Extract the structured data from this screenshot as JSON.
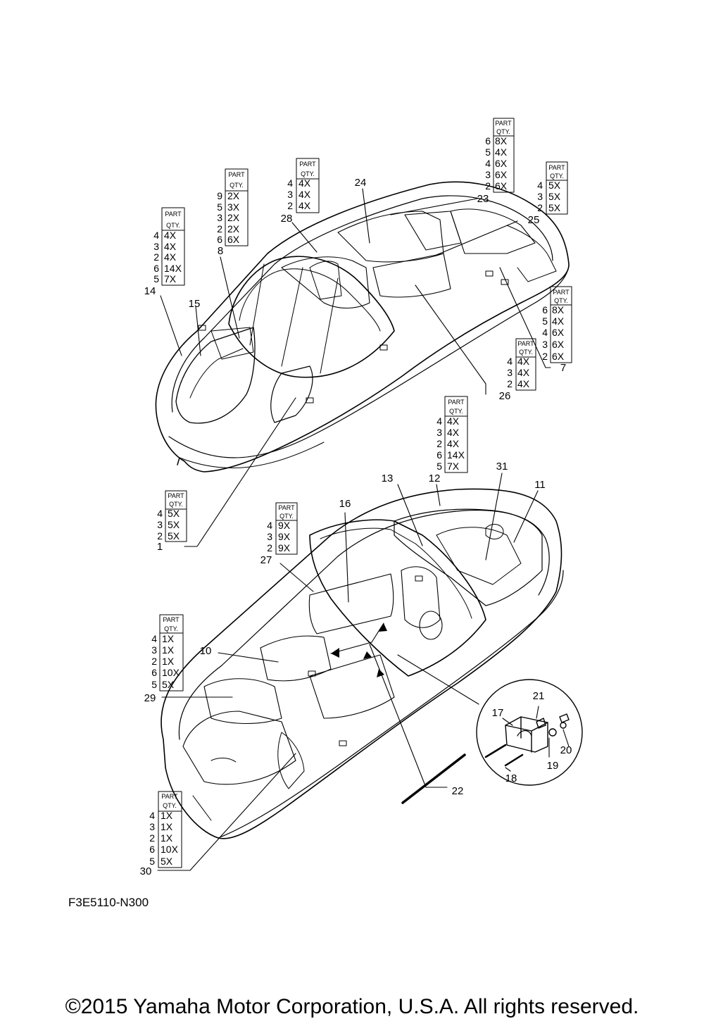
{
  "drawing_number": "F3E5110-N300",
  "copyright": "©2015 Yamaha Motor Corporation, U.S.A. All rights reserved.",
  "qty_header": {
    "part": "PART",
    "qty": "QTY."
  },
  "qty_tables": [
    {
      "callout": "14",
      "rows": [
        [
          "4",
          "4X"
        ],
        [
          "3",
          "4X"
        ],
        [
          "2",
          "4X"
        ],
        [
          "6",
          "14X"
        ],
        [
          "5",
          "7X"
        ]
      ]
    },
    {
      "callout": "8",
      "rows": [
        [
          "9",
          "2X"
        ],
        [
          "5",
          "3X"
        ],
        [
          "3",
          "2X"
        ],
        [
          "2",
          "2X"
        ],
        [
          "6",
          "6X"
        ]
      ]
    },
    {
      "callout": "28",
      "rows": [
        [
          "4",
          "4X"
        ],
        [
          "3",
          "4X"
        ],
        [
          "2",
          "4X"
        ]
      ]
    },
    {
      "callout": "23",
      "rows": [
        [
          "6",
          "8X"
        ],
        [
          "5",
          "4X"
        ],
        [
          "4",
          "6X"
        ],
        [
          "3",
          "6X"
        ],
        [
          "2",
          "6X"
        ]
      ]
    },
    {
      "callout": "25",
      "rows": [
        [
          "4",
          "5X"
        ],
        [
          "3",
          "5X"
        ],
        [
          "2",
          "5X"
        ]
      ]
    },
    {
      "callout": "7",
      "rows": [
        [
          "6",
          "8X"
        ],
        [
          "5",
          "4X"
        ],
        [
          "4",
          "6X"
        ],
        [
          "3",
          "6X"
        ],
        [
          "2",
          "6X"
        ]
      ]
    },
    {
      "callout": "26",
      "rows": [
        [
          "4",
          "4X"
        ],
        [
          "3",
          "4X"
        ],
        [
          "2",
          "4X"
        ]
      ]
    },
    {
      "callout": "12",
      "rows": [
        [
          "4",
          "4X"
        ],
        [
          "3",
          "4X"
        ],
        [
          "2",
          "4X"
        ],
        [
          "6",
          "14X"
        ],
        [
          "5",
          "7X"
        ]
      ]
    },
    {
      "callout": "1",
      "rows": [
        [
          "4",
          "5X"
        ],
        [
          "3",
          "5X"
        ],
        [
          "2",
          "5X"
        ]
      ]
    },
    {
      "callout": "27",
      "rows": [
        [
          "4",
          "9X"
        ],
        [
          "3",
          "9X"
        ],
        [
          "2",
          "9X"
        ]
      ]
    },
    {
      "callout": "29",
      "rows": [
        [
          "4",
          "1X"
        ],
        [
          "3",
          "1X"
        ],
        [
          "2",
          "1X"
        ],
        [
          "6",
          "10X"
        ],
        [
          "5",
          "5X"
        ]
      ]
    },
    {
      "callout": "30",
      "rows": [
        [
          "4",
          "1X"
        ],
        [
          "3",
          "1X"
        ],
        [
          "2",
          "1X"
        ],
        [
          "6",
          "10X"
        ],
        [
          "5",
          "5X"
        ]
      ]
    }
  ],
  "callouts": [
    "1",
    "7",
    "8",
    "10",
    "11",
    "12",
    "13",
    "14",
    "15",
    "16",
    "17",
    "18",
    "19",
    "20",
    "21",
    "22",
    "23",
    "24",
    "25",
    "26",
    "27",
    "28",
    "29",
    "30",
    "31"
  ]
}
